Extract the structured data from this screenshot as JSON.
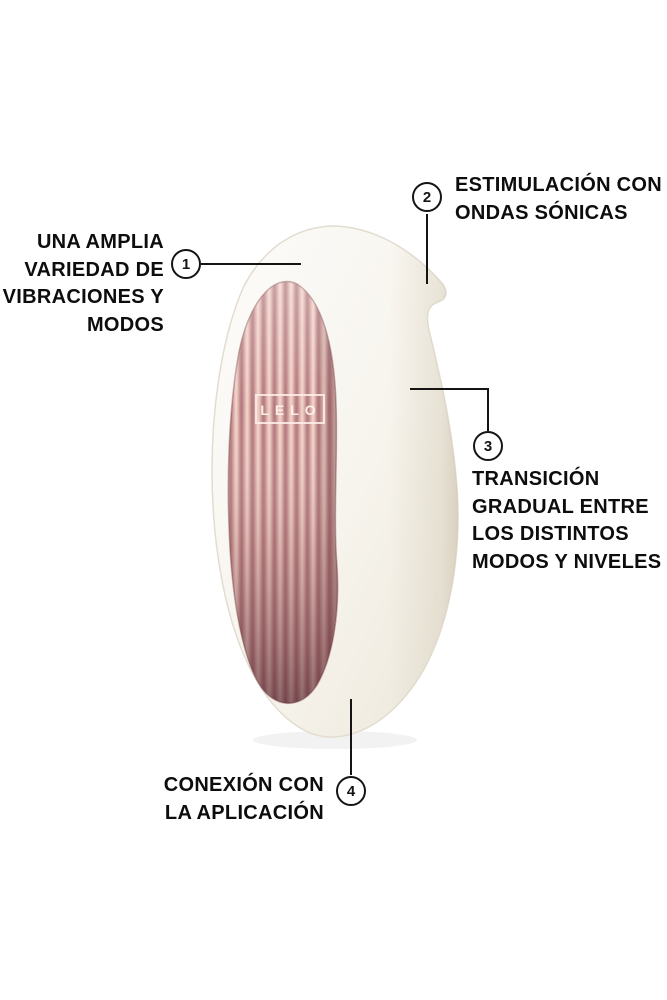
{
  "product": {
    "logo_text": "LELO",
    "colors": {
      "shell": "#f9f7f2",
      "shell_edge": "#e6e1d5",
      "rose_light": "#f1d2ca",
      "rose_mid": "#d8a6a3",
      "rose_dark": "#7c474c",
      "line": "#141414",
      "text": "#0d0d0d"
    }
  },
  "callouts": [
    {
      "number": "1",
      "lines": [
        "UNA AMPLIA",
        "VARIEDAD DE",
        "VIBRACIONES Y",
        "MODOS"
      ]
    },
    {
      "number": "2",
      "lines": [
        "ESTIMULACIÓN CON",
        "ONDAS SÓNICAS"
      ]
    },
    {
      "number": "3",
      "lines": [
        "TRANSICIÓN",
        "GRADUAL ENTRE",
        "LOS DISTINTOS",
        "MODOS Y NIVELES"
      ]
    },
    {
      "number": "4",
      "lines": [
        "CONEXIÓN CON",
        "LA APLICACIÓN"
      ]
    }
  ]
}
